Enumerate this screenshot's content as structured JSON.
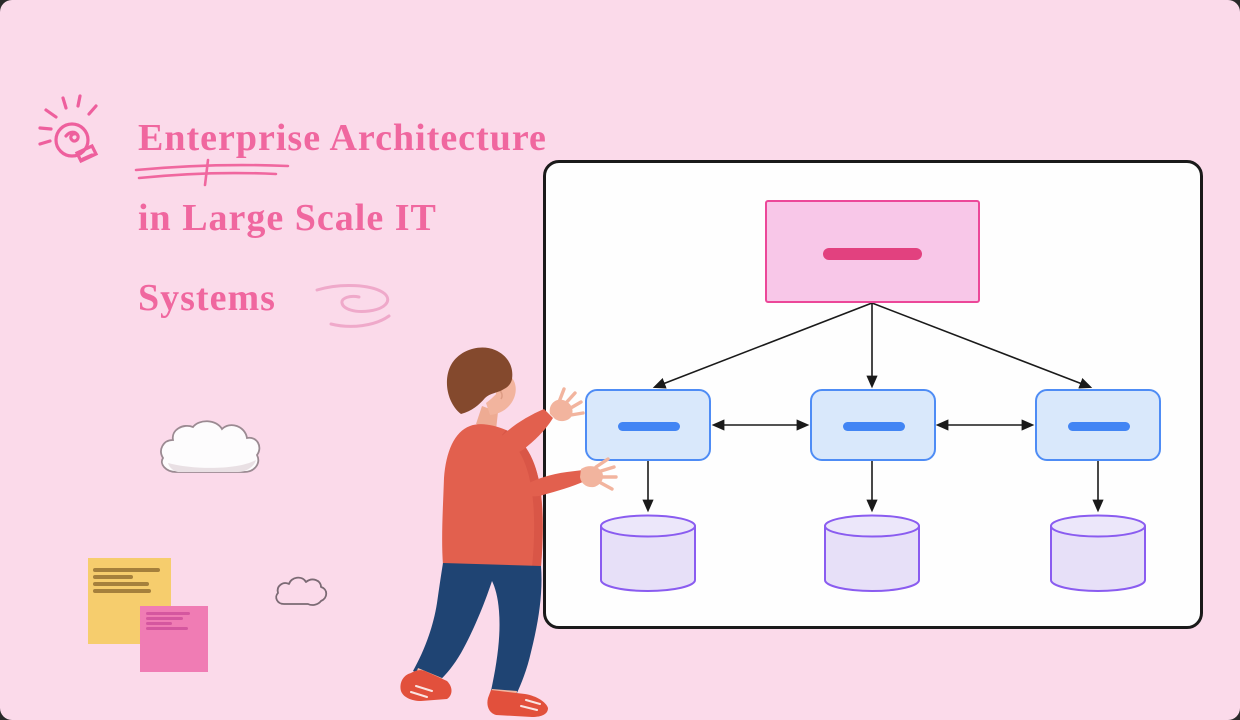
{
  "page": {
    "background_color": "#fbdaea"
  },
  "title": {
    "lines": [
      "Enterprise Architecture",
      "in Large Scale IT",
      "Systems"
    ],
    "underlined_word": "Enterprise",
    "text_color": "#f0679f"
  },
  "whiteboard": {
    "background_color": "#fefefe",
    "border_color": "#1a1a1a",
    "diagram": {
      "type": "hierarchy-flowchart",
      "root_node": {
        "shape": "rectangle",
        "fill": "#f8c7e8",
        "border": "#ec4899",
        "placeholder_bar_color": "#e2417f",
        "label": ""
      },
      "system_nodes": [
        {
          "shape": "rounded-rectangle",
          "fill": "#d9e8fb",
          "border": "#4e8cf5",
          "placeholder_bar_color": "#4285f4",
          "label": ""
        },
        {
          "shape": "rounded-rectangle",
          "fill": "#d9e8fb",
          "border": "#4e8cf5",
          "placeholder_bar_color": "#4285f4",
          "label": ""
        },
        {
          "shape": "rounded-rectangle",
          "fill": "#d9e8fb",
          "border": "#4e8cf5",
          "placeholder_bar_color": "#4285f4",
          "label": ""
        }
      ],
      "databases": [
        {
          "shape": "cylinder",
          "fill": "#e7e0f8",
          "border": "#8a5cf0",
          "label": ""
        },
        {
          "shape": "cylinder",
          "fill": "#e7e0f8",
          "border": "#8a5cf0",
          "label": ""
        },
        {
          "shape": "cylinder",
          "fill": "#e7e0f8",
          "border": "#8a5cf0",
          "label": ""
        }
      ],
      "connections": [
        "root to system-node-1 (arrow)",
        "root to system-node-2 (arrow)",
        "root to system-node-3 (arrow)",
        "system-node-1 to system-node-2 (double arrow)",
        "system-node-2 to system-node-3 (double arrow)",
        "system-node-1 to database-1 (arrow)",
        "system-node-2 to database-2 (arrow)",
        "system-node-3 to database-3 (arrow)"
      ],
      "arrow_color": "#1a1a1a"
    }
  },
  "decorations": {
    "lightbulb_doodle_color": "#ee5f9d",
    "swirl_doodle_color": "#efa9ca",
    "underline_color": "#f0679f",
    "cloud_filled_outline": "#9b8a92",
    "cloud_outline_only": "#7b6a74",
    "sticky_notes": [
      {
        "color": "#f6cd6d",
        "line_color": "#a5803c",
        "lines": 4
      },
      {
        "color": "#f07cb4",
        "line_color": "#d5579f",
        "lines": 4
      }
    ]
  },
  "person": {
    "pose": "standing, facing whiteboard, both arms raised toward diagram",
    "hair_color": "#84492d",
    "skin_color": "#f2b49e",
    "sweater_color": "#e2604e",
    "pants_color": "#1f4473",
    "shoes_color": "#e2503c"
  }
}
